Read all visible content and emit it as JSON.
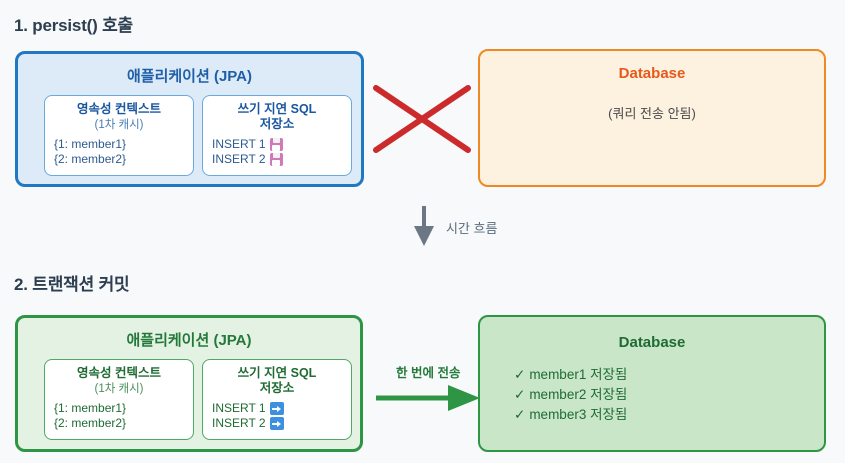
{
  "steps": [
    {
      "heading": "1. persist() 호출",
      "app": {
        "title": "애플리케이션 (JPA)",
        "cards": [
          {
            "title": "영속성 컨텍스트",
            "subtitle": "(1차 캐시)",
            "lines": [
              {
                "text": "{1: member1}",
                "icon": null
              },
              {
                "text": "{2: member2}",
                "icon": null
              }
            ]
          },
          {
            "title": "쓰기 지연 SQL",
            "subtitle": "저장소",
            "title_line2": "저장소",
            "lines": [
              {
                "text": "INSERT 1",
                "icon": "floppy-disk-icon"
              },
              {
                "text": "INSERT 2",
                "icon": "floppy-disk-icon"
              }
            ]
          }
        ]
      },
      "db": {
        "title": "Database",
        "note": "(쿼리 전송 안됨)"
      },
      "connector": {
        "type": "x-mark-icon",
        "label": "",
        "color": "#cc2b2b"
      }
    },
    {
      "heading": "2. 트랜잭션 커밋",
      "app": {
        "title": "애플리케이션 (JPA)",
        "cards": [
          {
            "title": "영속성 컨텍스트",
            "subtitle": "(1차 캐시)",
            "lines": [
              {
                "text": "{1: member1}",
                "icon": null
              },
              {
                "text": "{2: member2}",
                "icon": null
              }
            ]
          },
          {
            "title": "쓰기 지연 SQL",
            "subtitle": "저장소",
            "lines": [
              {
                "text": "INSERT 1",
                "icon": "blue-arrow-icon"
              },
              {
                "text": "INSERT 2",
                "icon": "blue-arrow-icon"
              }
            ]
          }
        ]
      },
      "db": {
        "title": "Database",
        "items": [
          {
            "check": "✓",
            "text": "member1 저장됨"
          },
          {
            "check": "✓",
            "text": "member2 저장됨"
          },
          {
            "check": "✓",
            "text": "member3 저장됨"
          }
        ]
      },
      "connector": {
        "type": "right-arrow-icon",
        "label": "한 번에 전송",
        "color": "#2e9544"
      }
    }
  ],
  "time_flow": {
    "label": "시간 흐름",
    "icon": "down-arrow-icon",
    "color": "#6b7785"
  },
  "colors": {
    "background": "#f7f9fb",
    "blue_border": "#1f78c1",
    "blue_fill": "#ddeaf8",
    "orange_border": "#ef8923",
    "orange_fill": "#fdf1e0",
    "green_border": "#2e9544",
    "green_fill_light": "#e3f2e3",
    "green_fill_dark": "#c9e6c9",
    "x_mark_red": "#cc2b2b",
    "heading_text": "#2c3e50"
  }
}
